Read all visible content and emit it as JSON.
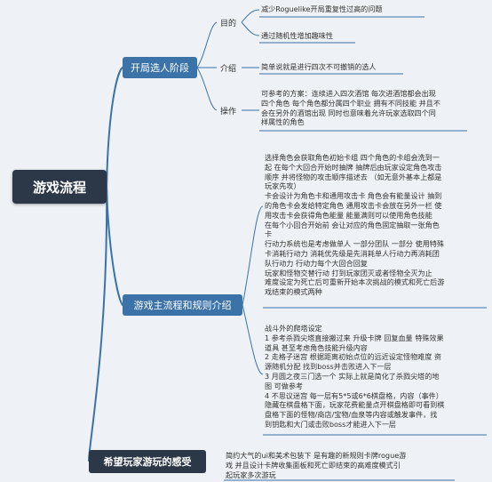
{
  "root": "游戏流程",
  "branches": {
    "b1": {
      "label": "开局选人阶段",
      "goal": {
        "label": "目的",
        "items": [
          "减少Roguelike开局重复性过高的问题",
          "通过随机性增加趣味性"
        ]
      },
      "intro": {
        "label": "介绍",
        "text": "简单说就是进行四次不可撤销的选人"
      },
      "operation": {
        "label": "操作",
        "lines": [
          "可参考的方案：连续进入四次酒馆 每次进酒馆都会出现",
          "四个角色  每个角色都分属四个职业 拥有不同技能 并且不",
          "会在另外的酒馆出现  同时也意味着允许玩家选取四个同",
          "样属性的角色"
        ]
      }
    },
    "b2": {
      "label": "游戏主流程和规则介绍",
      "block1": [
        "选择角色会获取角色初始卡组  四个角色的卡组会洗到一",
        "起  在每个大回合开始时抽牌 抽牌后由玩家设定角色攻击",
        "顺序 并将怪物的攻击顺序描述去 （如无意外基本上都是",
        "玩家先攻）",
        "卡会设计为角色卡和通用攻击卡 角色会有能量设计 抽到",
        "的角色卡会发给特定角色 通用攻击卡会放在另外一栏 使",
        "用攻击卡会获得角色能量 能量满则可以使用角色技能",
        " 在每个小回合开始前 会让对应的角色固定抽取一张角色",
        "卡",
        "行动力系统也是考虑做单人 一部分团队 一部分 使用特殊",
        "卡消耗行动力 消耗优先级是先消耗单人行动力再消耗团",
        "队行动力 行动力每个大回合回复",
        "玩家和怪物交替行动 打到玩家团灭或者怪物全灭为止",
        "难度设定为死亡后可重新开始本次挑战的模式和死亡后游",
        "戏结束的模式两种"
      ],
      "block2": [
        "战斗外的爬塔设定",
        "1 参考杀戮尖塔直接搬过来  升级卡牌 回复血量 特殊效果",
        "道具 甚至考虑角色技能升级内容",
        "2 走格子迷宫 根据距离初始点位的远近设定怪物难度 资",
        "源随机分配 找到boss并击败进入下一层",
        "3 月圆之夜三门选一个 实际上就是简化了杀戮尖塔的地",
        "图 可做参考",
        "4 不思议迷宫  每一层有5*5或6*6棋盘格，内容（事件）",
        "隐藏在棋盘格下面，玩家花费能量点开棋盘格即可看到棋",
        "盘格下面的怪物/商店/宝物/血泉等内容或触发事件，找",
        "到钥匙和大门或击败boss才能进入下一层"
      ]
    },
    "b3": {
      "label": "希望玩家游玩的感受",
      "lines": [
        "简约大气的ui和美术包装下 是有趣的新规则卡牌rogue游",
        "戏 并且设计卡牌收集面板和死亡即结束的高难度模式引",
        "起玩家多次游玩"
      ]
    }
  }
}
